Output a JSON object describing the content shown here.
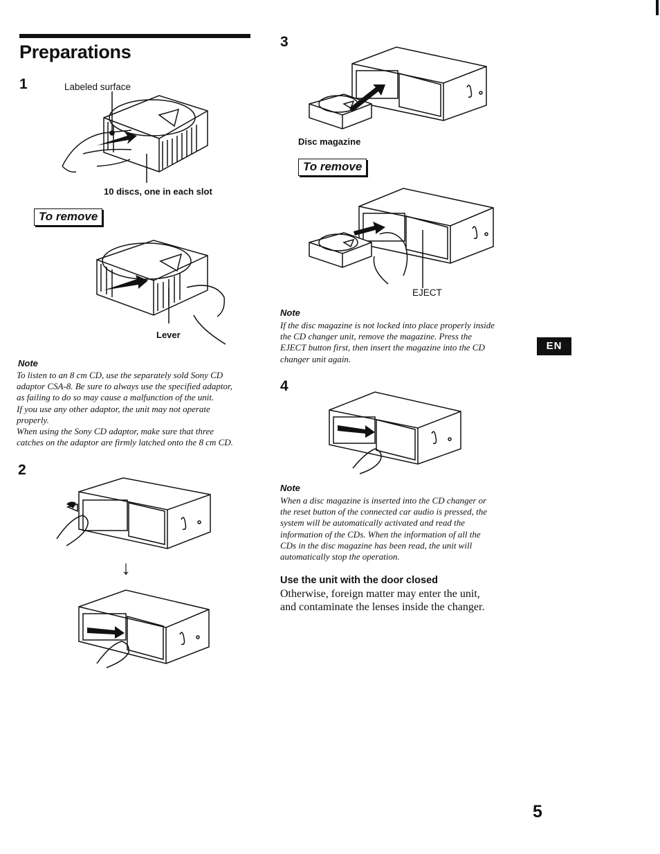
{
  "page": {
    "title": "Preparations",
    "page_number": "5",
    "language_tab": "EN"
  },
  "step1": {
    "number": "1",
    "label_labeled_surface": "Labeled surface",
    "label_discs": "10 discs, one in each slot",
    "to_remove": "To remove",
    "label_lever": "Lever",
    "note_heading": "Note",
    "note_lines": [
      "To listen to an 8 cm CD, use the separately sold Sony CD",
      "adaptor CSA-8. Be sure to always use the specified adaptor,",
      "as failing to do so may cause a malfunction of the unit.",
      "If you use any other adaptor, the unit may not operate",
      "properly.",
      "When using the Sony CD adaptor, make sure that three",
      "catches on the adaptor are firmly latched onto the 8 cm CD."
    ]
  },
  "step2": {
    "number": "2"
  },
  "step3": {
    "number": "3",
    "label_disc_magazine": "Disc magazine",
    "to_remove": "To remove",
    "label_eject": "EJECT",
    "note_heading": "Note",
    "note_lines": [
      "If the disc magazine is not locked into place properly inside",
      "the CD changer unit, remove the magazine. Press the",
      "EJECT button first, then insert the magazine into the CD",
      "changer unit again."
    ]
  },
  "step4": {
    "number": "4",
    "note_heading": "Note",
    "note_lines": [
      "When a disc magazine is inserted into the CD changer or",
      "the reset button of the connected car audio is pressed, the",
      "system will be automatically activated and read the",
      "information of the CDs. When the information of all the",
      "CDs in the disc magazine has been read, the unit will",
      "automatically stop the operation."
    ]
  },
  "door": {
    "heading": "Use the unit with the door closed",
    "body_lines": [
      "Otherwise, foreign matter may enter the unit,",
      "and contaminate the lenses inside the changer."
    ]
  }
}
